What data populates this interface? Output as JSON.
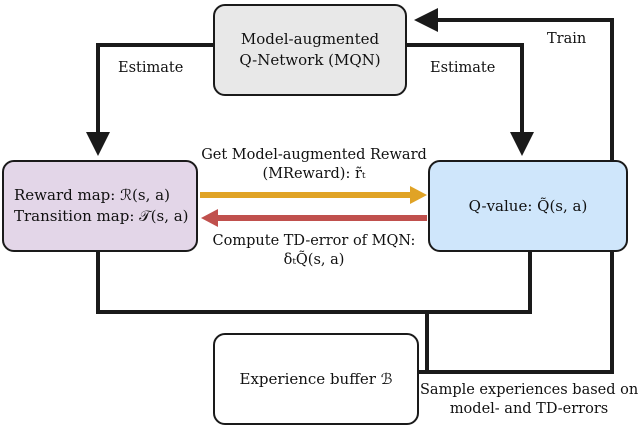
{
  "nodes": {
    "mqn": {
      "line1": "Model-augmented",
      "line2": "Q-Network (MQN)"
    },
    "maps": {
      "line1": "Reward map: ℛ(s, a)",
      "line2": "Transition map: 𝒯(s, a)"
    },
    "qvalue": {
      "label": "Q-value: Q̃(s, a)"
    },
    "buffer": {
      "label": "Experience buffer ℬ"
    }
  },
  "edges": {
    "estimate_left": "Estimate",
    "estimate_right": "Estimate",
    "train": "Train",
    "reward_line1": "Get Model-augmented Reward",
    "reward_line2": "(MReward): r̃ₜ",
    "td_line1": "Compute TD-error of MQN:",
    "td_line2": "δₜQ̃(s, a)",
    "sample_line1": "Sample experiences based on",
    "sample_line2": "model- and TD-errors"
  },
  "colors": {
    "mqn_fill": "#e8e8e8",
    "maps_fill": "#e3d6e8",
    "qvalue_fill": "#cfe6fb",
    "reward_arrow": "#e0a326",
    "td_arrow": "#c0504d",
    "stroke": "#1a1a1a"
  }
}
